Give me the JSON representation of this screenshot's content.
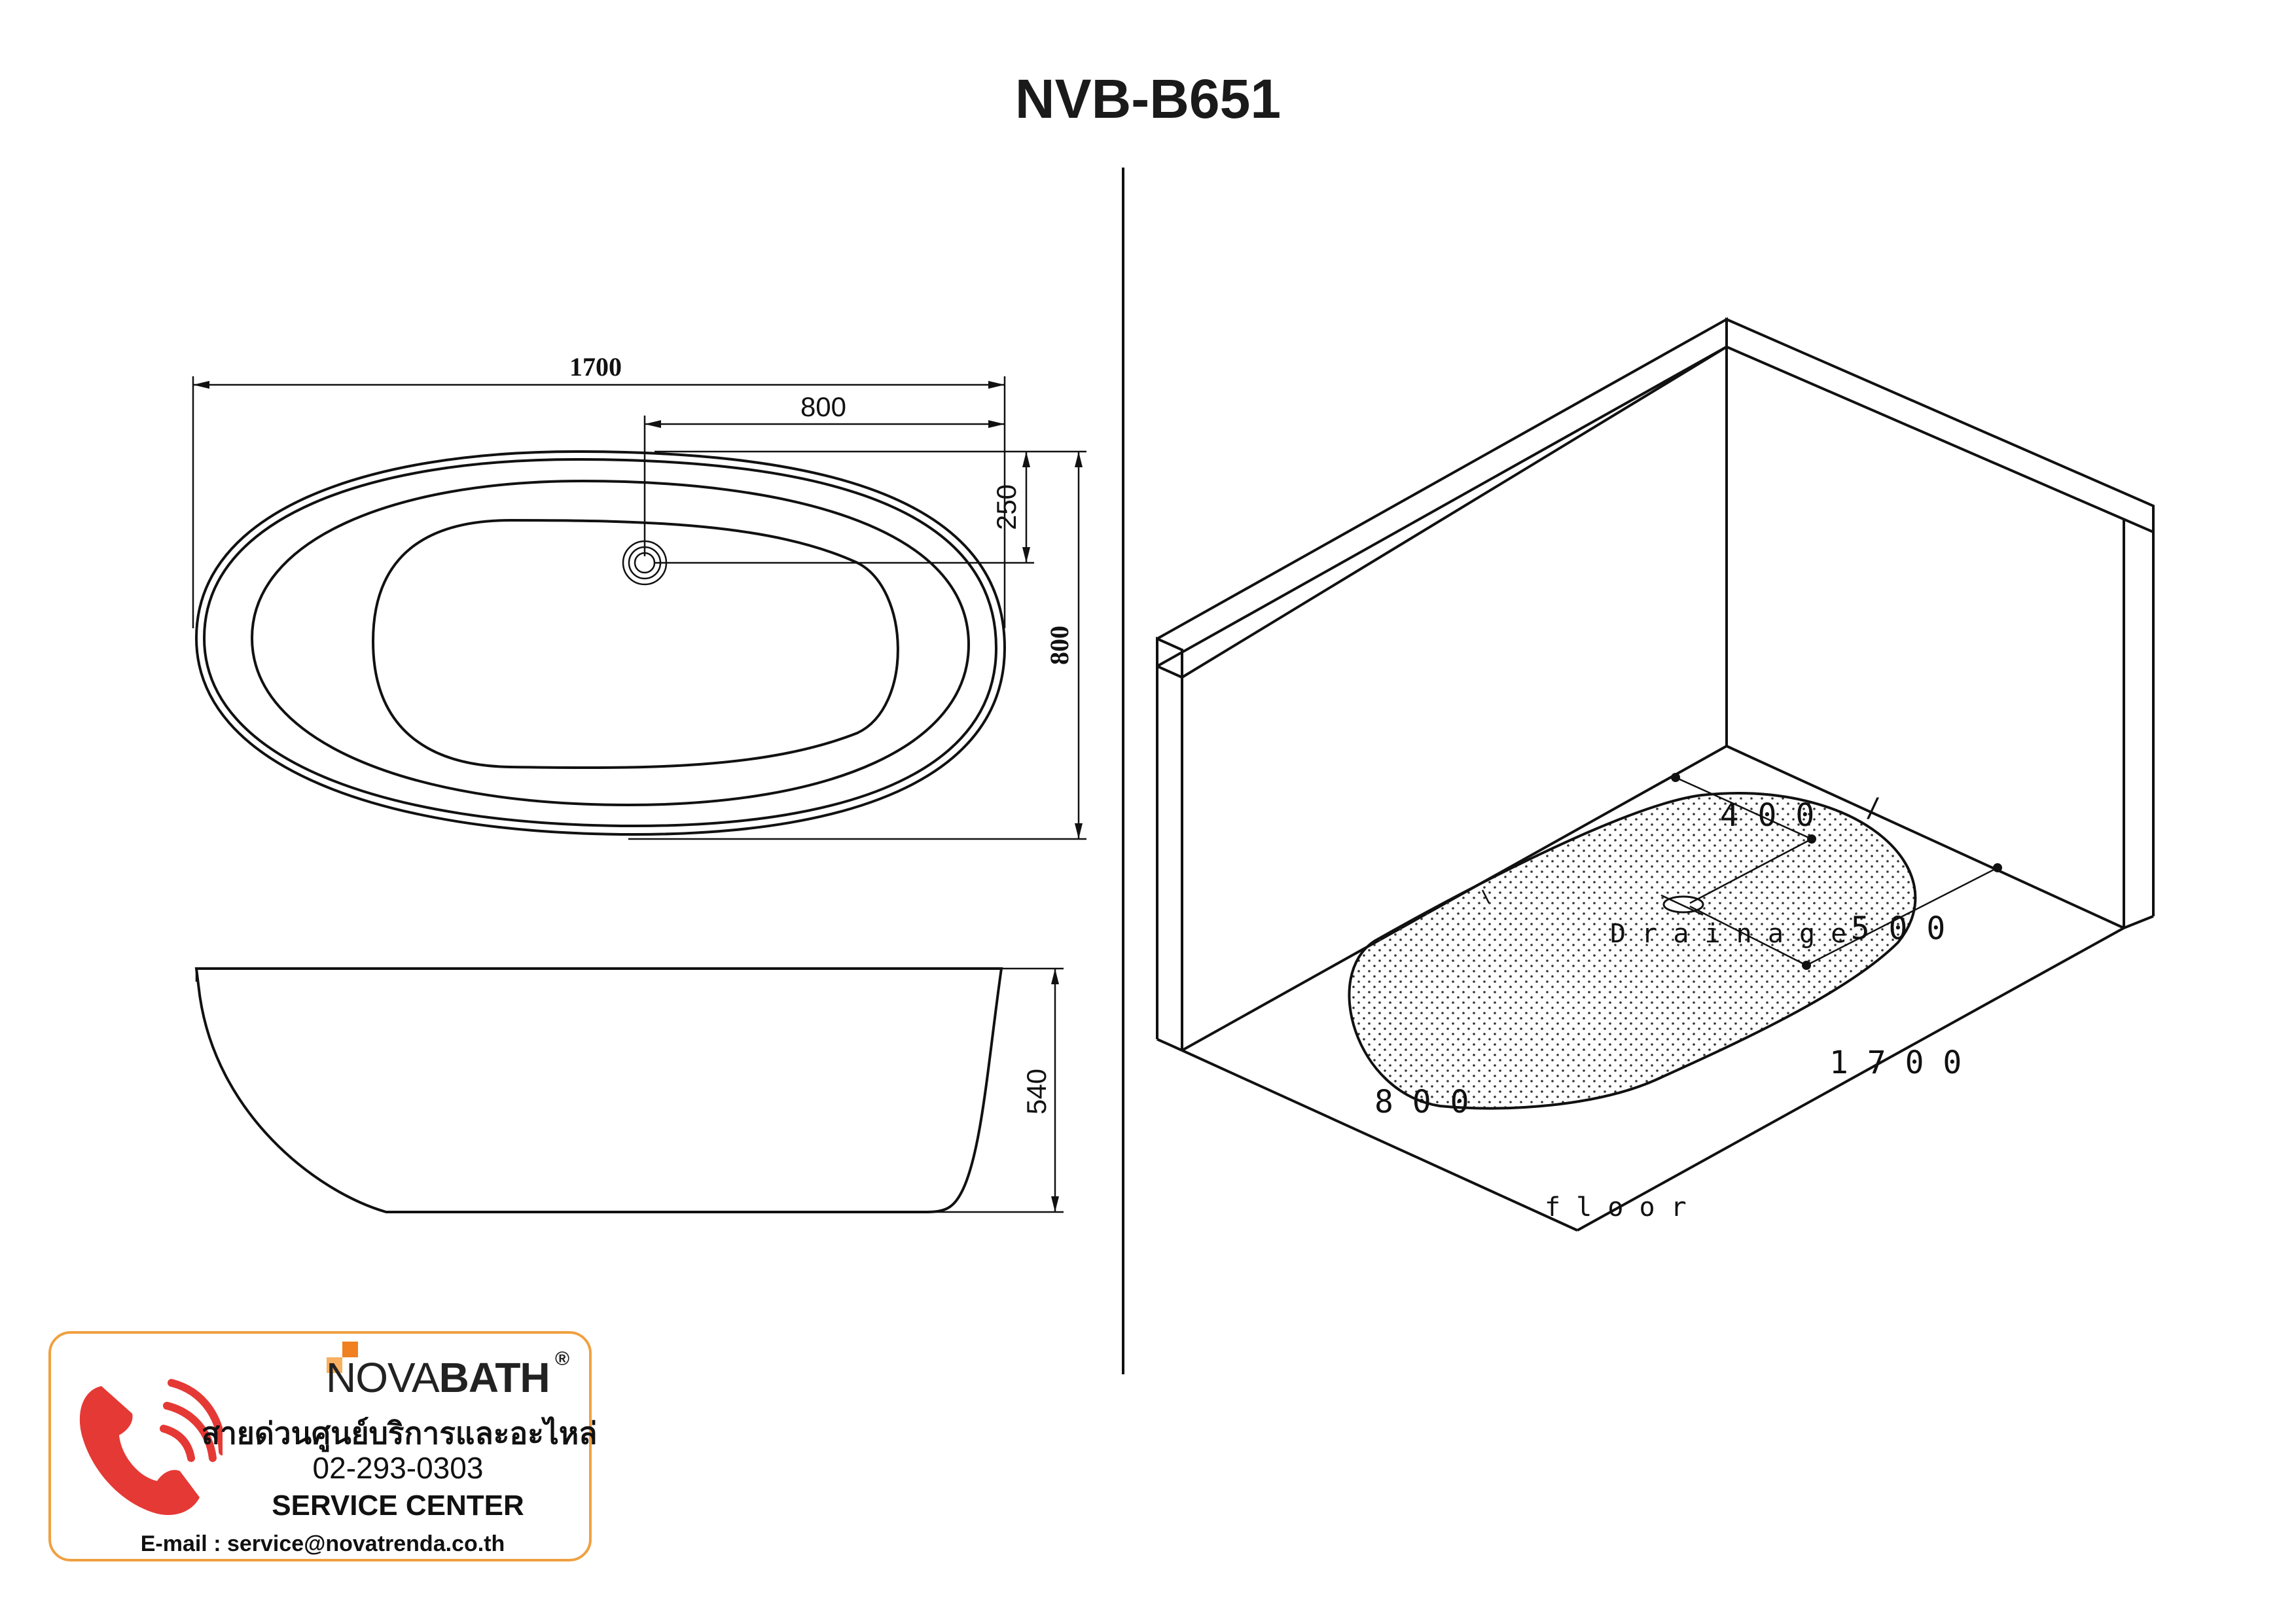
{
  "title": "NVB-B651",
  "top_view": {
    "length": "1700",
    "drain_offset": "800",
    "drain_side": "250",
    "width": "800"
  },
  "side_view": {
    "height": "540"
  },
  "install_view": {
    "dim_400": "4 0 0",
    "dim_500": "5 0 0",
    "dim_1700": "1 7 0 0",
    "dim_800": "8 0 0",
    "drainage": "D r a i n a g e",
    "floor": "f l o o r"
  },
  "service_card": {
    "brand_prefix": "NOVA",
    "brand_suffix": "BATH",
    "registered": "®",
    "hotline_th": "สายด่วนศูนย์บริการและอะไหล่",
    "phone": "02-293-0303",
    "service": "SERVICE CENTER",
    "email": "E-mail : service@novatrenda.co.th",
    "accent_color": "#e53935",
    "border_color": "#f0a040"
  }
}
